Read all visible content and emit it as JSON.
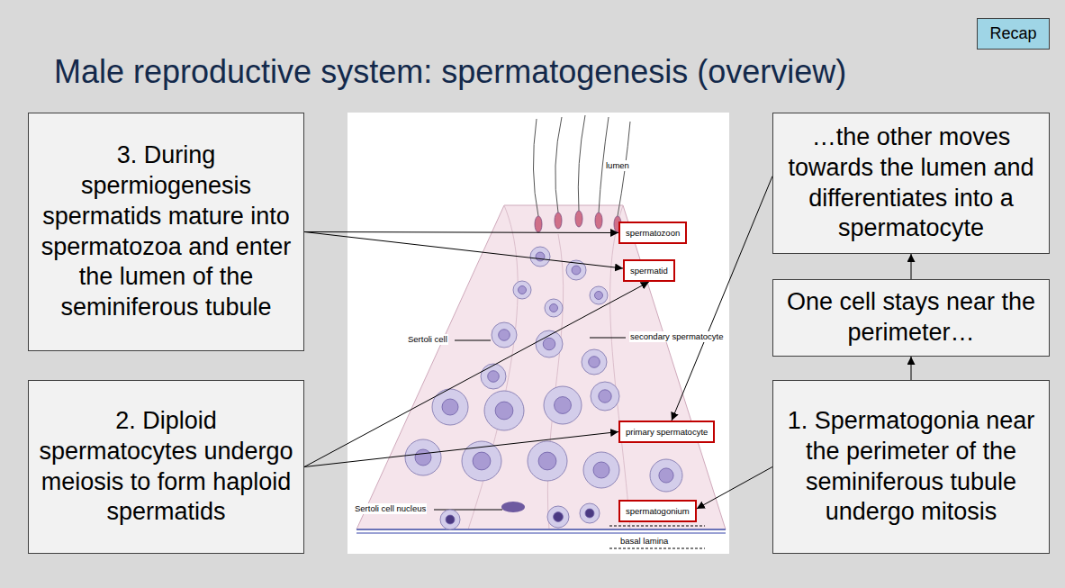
{
  "diagram": {
    "title": "Male reproductive system: spermatogenesis (overview)",
    "nodes": [
      {
        "text": [
          "Recap"
        ]
      },
      {
        "text": [
          "3. During spermiogenesis spermatids mature into spermatozoa and enter the lumen of the seminiferous tubule"
        ]
      },
      {
        "text": [
          "…the other moves towards the lumen and differentiates into a spermatocyte"
        ]
      },
      {
        "text": [
          "One cell stays near the perimeter…"
        ]
      },
      {
        "text": [
          "2. Diploid spermatocytes undergo meiosis to form haploid spermatids"
        ]
      },
      {
        "text": [
          "1. Spermatogonia near the perimeter of the seminiferous tubule undergo mitosis"
        ]
      },
      {
        "text": [
          "spermatozoon"
        ]
      },
      {
        "text": [
          "spermatid"
        ]
      },
      {
        "text": [
          "primary spermatocyte"
        ]
      },
      {
        "text": [
          "spermatogonium"
        ]
      }
    ],
    "edges": [
      {
        "from": 1,
        "to": 6,
        "arrow": "to"
      },
      {
        "from": 1,
        "to": 7,
        "arrow": "to"
      },
      {
        "from": 2,
        "to": 8,
        "arrow": "to"
      },
      {
        "from": 3,
        "to": 2,
        "arrow": "to"
      },
      {
        "from": 4,
        "to": 7,
        "arrow": "to"
      },
      {
        "from": 4,
        "to": 8,
        "arrow": "to"
      },
      {
        "from": 5,
        "to": 3,
        "arrow": "to"
      },
      {
        "from": 5,
        "to": 9,
        "arrow": "to"
      }
    ],
    "labels": [
      "lumen",
      "Sertoli cell",
      "secondary spermatocyte",
      "Sertoli cell nucleus",
      "basal lamina"
    ]
  }
}
